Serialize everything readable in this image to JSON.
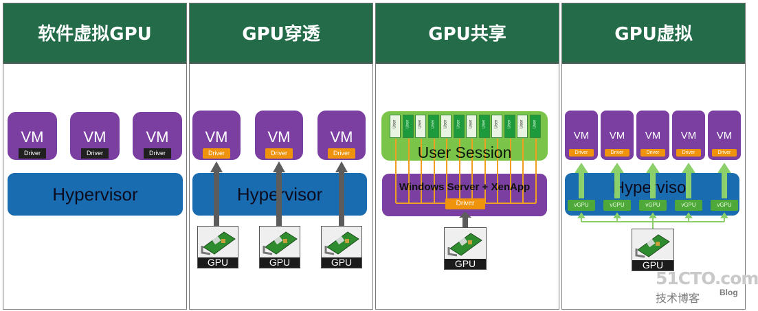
{
  "panels": [
    {
      "title": "软件虚拟GPU"
    },
    {
      "title": "GPU穿透"
    },
    {
      "title": "GPU共享"
    },
    {
      "title": "GPU虚拟"
    }
  ],
  "labels": {
    "vm": "VM",
    "driver": "Driver",
    "hypervisor": "Hypervisor",
    "gpu": "GPU",
    "vgpu": "vGPU",
    "user": "User",
    "user_session": "User Session",
    "windows_server": "Windows Server + XenApp"
  },
  "watermark": {
    "site": "51CTO.com",
    "sub": "技术博客",
    "blog": "Blog"
  },
  "colors": {
    "header": "#246b4a",
    "vm": "#7b3fa1",
    "hypervisor": "#1a6cb0",
    "driver_orange": "#f0930c",
    "session_green": "#7bc44a",
    "arrow_green": "#8bd06a"
  }
}
